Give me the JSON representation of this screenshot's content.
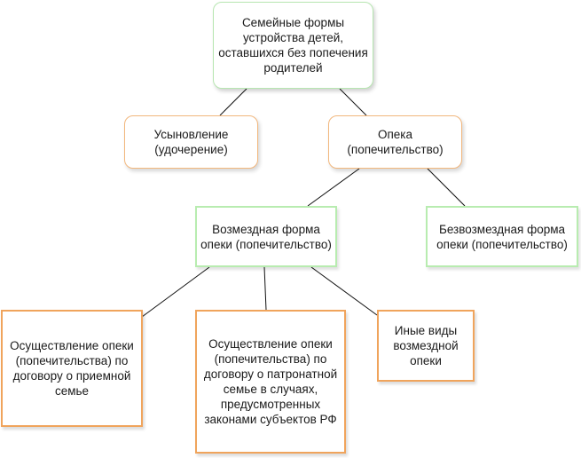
{
  "diagram": {
    "root": "Семейные формы устройства детей, оставшихся без попечения родителей",
    "adoption": "Усыновление (удочерение)",
    "guardianship": "Опека (попечительство)",
    "paid_form": "Возмездная форма опеки (попечительство)",
    "free_form": "Безвозмездная форма опеки (попечительство)",
    "foster_family": "Осуществление опеки (попечительства) по договору о приемной семье",
    "patronage_family": "Осуществление опеки (попечительства) по договору о патронатной семье в случаях, предусмотренных законами субъектов РФ",
    "other_paid": "Иные виды возмездной опеки"
  },
  "colors": {
    "green_border": "#b8ecb0",
    "orange_border": "#f0a45c",
    "line": "#111111"
  }
}
